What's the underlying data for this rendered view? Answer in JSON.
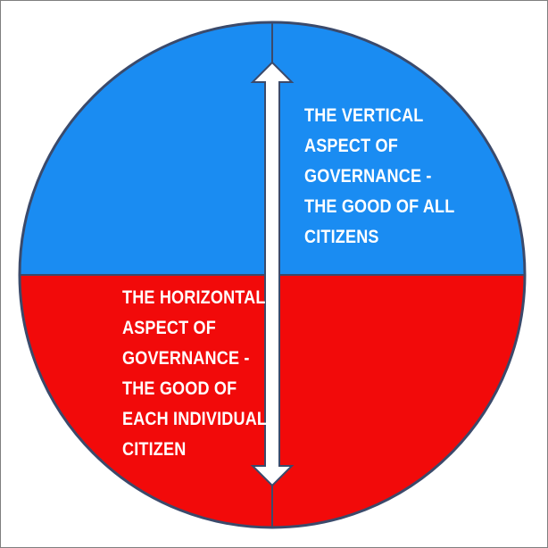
{
  "colors": {
    "top_half": "#1a8cf2",
    "bottom_half": "#f20a0a",
    "outline": "#3b4a6b",
    "arrow_fill": "#ffffff",
    "text": "#ffffff"
  },
  "icons": {
    "arrow": "double-headed-vertical-arrow-icon"
  },
  "vertical_aspect": {
    "lines": [
      "THE VERTICAL",
      "ASPECT OF",
      "GOVERNANCE -",
      "THE GOOD OF ALL",
      "CITIZENS"
    ]
  },
  "horizontal_aspect": {
    "lines": [
      "THE HORIZONTAL",
      "ASPECT OF",
      "GOVERNANCE -",
      "THE GOOD OF",
      "EACH INDIVIDUAL",
      "CITIZEN"
    ]
  }
}
